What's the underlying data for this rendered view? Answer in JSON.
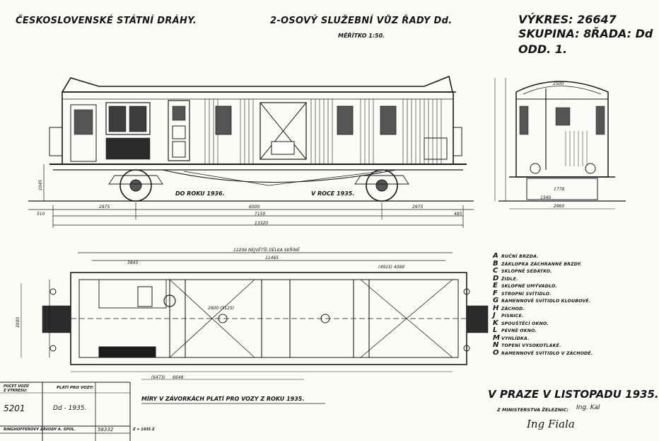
{
  "header": {
    "railway": "ČESKOSLOVENSKÉ STÁTNÍ DRÁHY.",
    "title": "2-OSOVÝ SLUŽEBNÍ VŮZ ŘADY Dd.",
    "scale": "MĚŘÍTKO 1:50.",
    "drawing_no": "VÝKRES: 26647",
    "group": "SKUPINA: 8",
    "series": "ŘADA: Dd",
    "dept": "ODD. 1."
  },
  "side_view": {
    "note_left": "DO ROKU 1936.",
    "note_right": "V ROCE 1935.",
    "dim_wheelbase": "7150",
    "dim_total": "13320",
    "dim_overhang_left": "2975",
    "dim_overhang_right": "2975",
    "dim_middle": "6000",
    "dim_left_end": "510",
    "dim_right_end": "485",
    "dim_height": "1045"
  },
  "end_view": {
    "dim_width_top": "2500",
    "dim_width_mid": "1778",
    "dim_width_low": "1540",
    "dim_width_base": "2960"
  },
  "plan_view": {
    "dim_top": "12206 NEJVĚTŠÍ DÉLKA SKŘÍNĚ",
    "dim_frame": "11465",
    "dim_left": "3843",
    "dim_right": "(4923) 4088",
    "dim_middle": "2800 (3125)",
    "dim_bottom": "6648",
    "dim_bottom_paren": "(6473)",
    "dim_side": "3000"
  },
  "legend": [
    {
      "key": "A",
      "text": "RUČNÍ BRZDA."
    },
    {
      "key": "B",
      "text": "ZÁKLOPKA ZÁCHRANNÉ BRZDY."
    },
    {
      "key": "C",
      "text": "SKLOPNÉ SEDÁTKO."
    },
    {
      "key": "D",
      "text": "ŽIDLE."
    },
    {
      "key": "E",
      "text": "SKLOPNÉ UMÝVADLO."
    },
    {
      "key": "F",
      "text": "STROPNÍ SVÍTIDLO."
    },
    {
      "key": "G",
      "text": "RAMENNOVÉ SVÍTIDLO KLOUBOVÉ."
    },
    {
      "key": "H",
      "text": "ZÁCHOD."
    },
    {
      "key": "J",
      "text": "PISNICE."
    },
    {
      "key": "K",
      "text": "SPOUŠTĚCÍ OKNO."
    },
    {
      "key": "L",
      "text": "PEVNÉ OKNO."
    },
    {
      "key": "M",
      "text": "VYHLÍDKA."
    },
    {
      "key": "N",
      "text": "TOPENÍ VYSOKOTLAKÉ."
    },
    {
      "key": "O",
      "text": "RAMENNOVÉ SVÍTIDLO V ZÁCHODĚ."
    }
  ],
  "footer": {
    "note": "MÍRY V ZÁVORKÁCH PLATÍ PRO VOZY Z ROKU 1935.",
    "place_date": "V PRAZE V LISTOPADU 1935.",
    "ministry": "Z MINISTERSTVA ŽELEZNIC:",
    "signature_mark": "Ing. Kal",
    "signature": "Ing Fiala"
  },
  "title_block": {
    "h1": "POČET VOZŮ",
    "h2": "Z VÝKRESU:",
    "h3": "PLATÍ PRO VOZY:",
    "count": "5201",
    "valid_for": "Dd - 1935.",
    "maker": "RINGHOFFEROVY ZÁVODY A. SPOL.",
    "maker_no": "58332",
    "note": "Z = 1935 Z"
  }
}
